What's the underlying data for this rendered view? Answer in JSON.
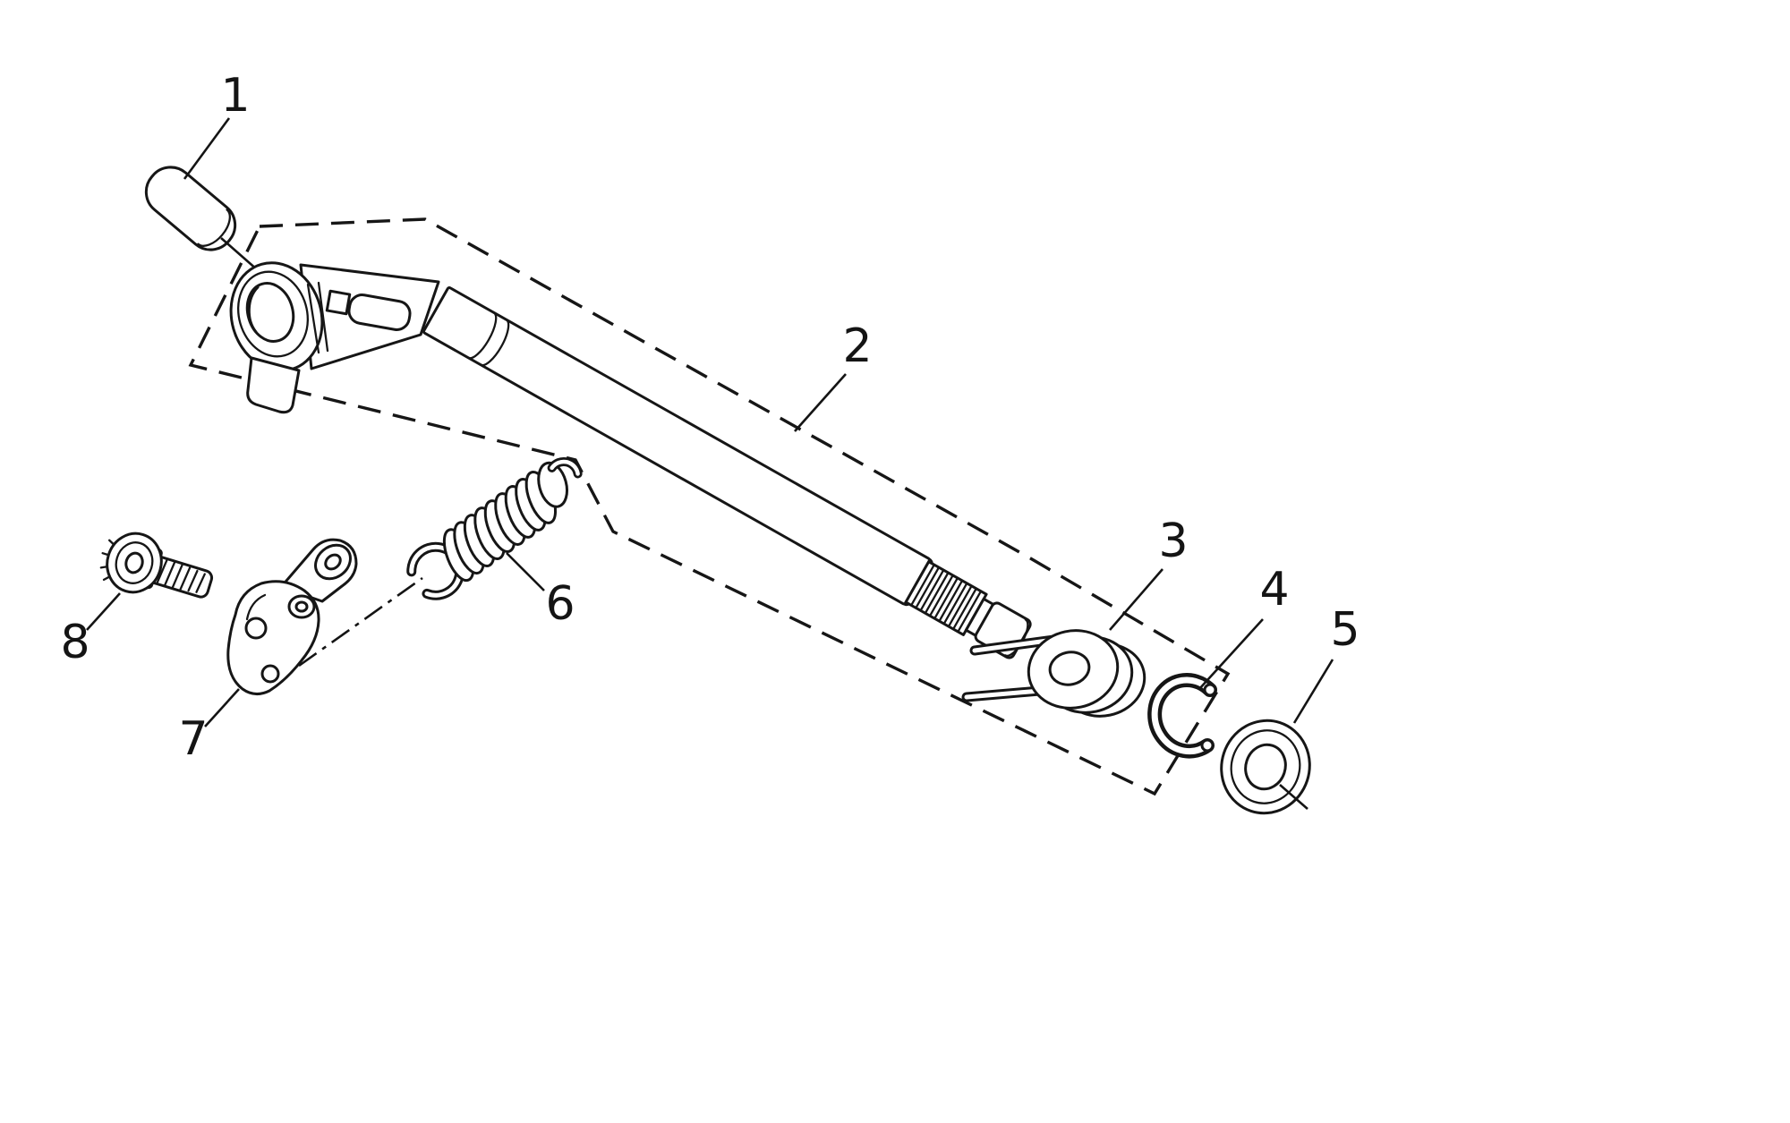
{
  "figure": {
    "background_color": "#ffffff",
    "line_color": "#161616",
    "part_labels": {
      "pin": "1",
      "shift_shaft": "2",
      "torsion_spring": "3",
      "circlip": "4",
      "oil_seal": "5",
      "return_spring": "6",
      "shift_arm": "7",
      "bolt": "8"
    }
  }
}
